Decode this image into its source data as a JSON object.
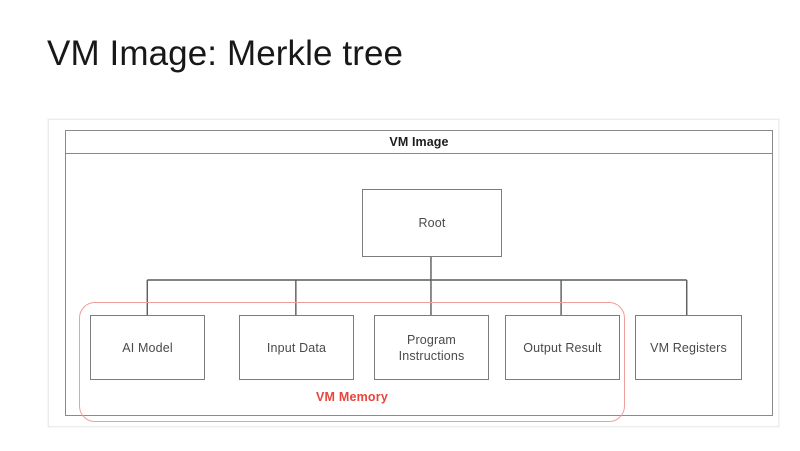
{
  "slide": {
    "title": "VM Image: Merkle tree",
    "title_color": "#181818",
    "background_color": "#ffffff"
  },
  "diagram": {
    "panel_header": "VM Image",
    "border_color": "#8a8a8a",
    "node_border_color": "#7c7c7c",
    "node_text_color": "#4a4a4a",
    "root": {
      "label": "Root"
    },
    "leaves": [
      {
        "id": "ai-model",
        "label": "AI Model"
      },
      {
        "id": "input-data",
        "label": "Input Data"
      },
      {
        "id": "program",
        "label": "Program\nInstructions"
      },
      {
        "id": "output",
        "label": "Output Result"
      },
      {
        "id": "registers",
        "label": "VM Registers"
      }
    ],
    "grouping": {
      "label": "VM Memory",
      "color": "#e8453c",
      "outline_color": "#ef9e9e",
      "members": [
        "AI Model",
        "Input Data",
        "Program Instructions",
        "Output Result"
      ]
    }
  }
}
